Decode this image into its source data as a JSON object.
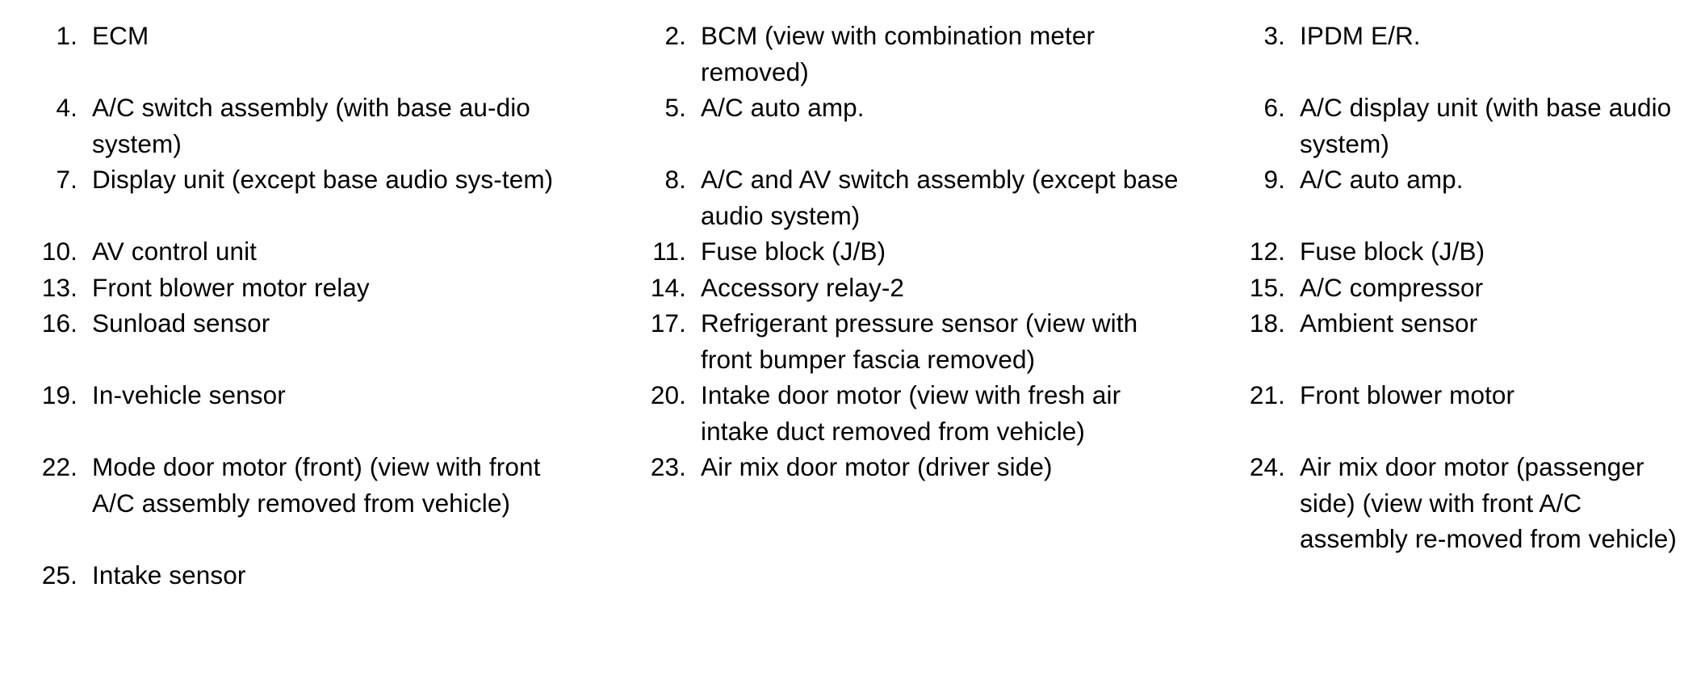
{
  "document": {
    "type": "parts-legend-list",
    "title": "",
    "columns": 3,
    "total_items": 25,
    "text_color": "#000000",
    "background_color": "#ffffff"
  },
  "items": [
    {
      "number": "1.",
      "label": "ECM"
    },
    {
      "number": "2.",
      "label": "BCM (view with combination meter removed)"
    },
    {
      "number": "3.",
      "label": "IPDM E/R."
    },
    {
      "number": "4.",
      "label": "A/C switch assembly (with base au‑dio system)"
    },
    {
      "number": "5.",
      "label": "A/C auto amp."
    },
    {
      "number": "6.",
      "label": "A/C display unit (with base audio system)"
    },
    {
      "number": "7.",
      "label": "Display unit (except base audio sys‑tem)"
    },
    {
      "number": "8.",
      "label": "A/C and AV switch assembly (except base audio system)"
    },
    {
      "number": "9.",
      "label": "A/C auto amp."
    },
    {
      "number": "10.",
      "label": "AV control unit"
    },
    {
      "number": "11.",
      "label": "Fuse block (J/B)"
    },
    {
      "number": "12.",
      "label": "Fuse block (J/B)"
    },
    {
      "number": "13.",
      "label": "Front blower motor relay"
    },
    {
      "number": "14.",
      "label": "Accessory relay-2"
    },
    {
      "number": "15.",
      "label": "A/C compressor"
    },
    {
      "number": "16.",
      "label": "Sunload sensor"
    },
    {
      "number": "17.",
      "label": "Refrigerant pressure sensor (view with front bumper fascia removed)"
    },
    {
      "number": "18.",
      "label": "Ambient sensor"
    },
    {
      "number": "19.",
      "label": "In-vehicle sensor"
    },
    {
      "number": "20.",
      "label": "Intake door motor (view with fresh air intake duct removed from vehicle)"
    },
    {
      "number": "21.",
      "label": "Front blower motor"
    },
    {
      "number": "22.",
      "label": "Mode door motor (front) (view with front A/C assembly removed from vehicle)"
    },
    {
      "number": "23.",
      "label": "Air mix door motor (driver side)"
    },
    {
      "number": "24.",
      "label": "Air mix door motor (passenger side) (view with front A/C assembly re‑moved from vehicle)"
    },
    {
      "number": "25.",
      "label": "Intake sensor"
    },
    {
      "number": "",
      "label": ""
    },
    {
      "number": "",
      "label": ""
    }
  ]
}
